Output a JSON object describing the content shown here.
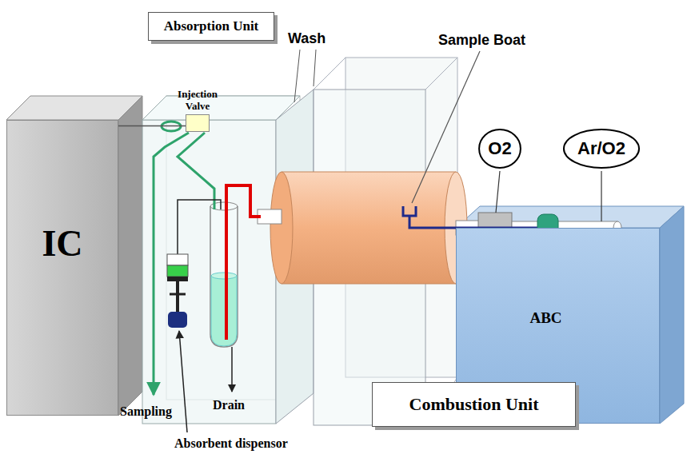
{
  "diagram": {
    "nodes": [
      {
        "text": [
          "Absorption Unit"
        ]
      },
      {
        "text": [
          "Injection Valve"
        ]
      },
      {
        "text": [
          "IC"
        ]
      },
      {
        "text": [
          "O2"
        ]
      },
      {
        "text": [
          "Ar/O2"
        ]
      },
      {
        "text": [
          "ABC"
        ]
      },
      {
        "text": [
          "Combustion Unit"
        ]
      }
    ],
    "edges": [
      {
        "from": 2,
        "to": 1,
        "arrow": "none"
      }
    ],
    "labels": [
      "Wash",
      "Sample Boat",
      "Sampling",
      "Drain",
      "Absorbent dispensor"
    ]
  }
}
